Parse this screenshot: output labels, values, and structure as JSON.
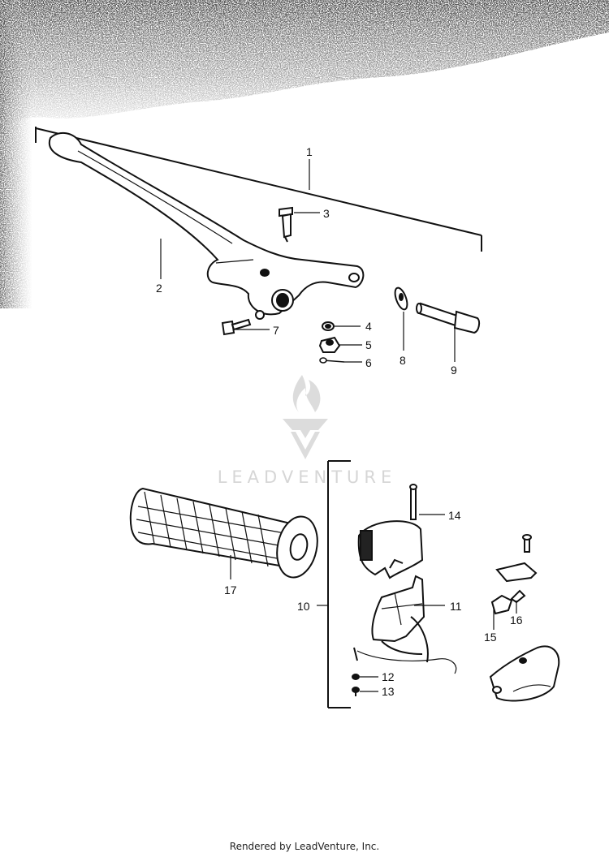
{
  "callouts": [
    {
      "id": "c1",
      "label": "1"
    },
    {
      "id": "c2",
      "label": "2"
    },
    {
      "id": "c3",
      "label": "3"
    },
    {
      "id": "c4",
      "label": "4"
    },
    {
      "id": "c5",
      "label": "5"
    },
    {
      "id": "c6",
      "label": "6"
    },
    {
      "id": "c7",
      "label": "7"
    },
    {
      "id": "c8",
      "label": "8"
    },
    {
      "id": "c9",
      "label": "9"
    },
    {
      "id": "c10",
      "label": "10"
    },
    {
      "id": "c11",
      "label": "11"
    },
    {
      "id": "c12",
      "label": "12"
    },
    {
      "id": "c13",
      "label": "13"
    },
    {
      "id": "c14",
      "label": "14"
    },
    {
      "id": "c15",
      "label": "15"
    },
    {
      "id": "c16",
      "label": "16"
    },
    {
      "id": "c17",
      "label": "17"
    }
  ],
  "watermark": {
    "text": "LEADVENTURE",
    "color": "#d6d6d6"
  },
  "footer": {
    "text": "Rendered by LeadVenture, Inc."
  },
  "colors": {
    "ink": "#111111",
    "paper": "#ffffff",
    "speckle": "#555555"
  }
}
